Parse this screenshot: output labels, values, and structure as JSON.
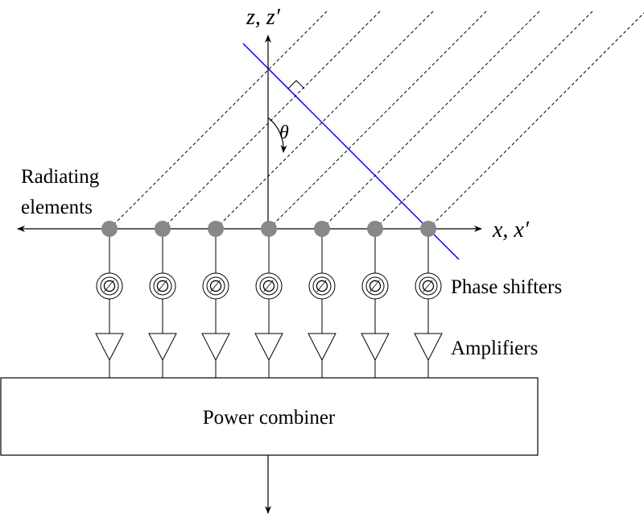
{
  "labels": {
    "z_axis": "z, z′",
    "x_axis": "x, x′",
    "theta": "θ",
    "radiating_line1": "Radiating",
    "radiating_line2": "elements",
    "phase_shifters": "Phase shifters",
    "amplifiers": "Amplifiers",
    "power_combiner": "Power combiner",
    "phase_symbol": "∅"
  },
  "colors": {
    "wavefront": "#0000ff",
    "element_dot": "#888888",
    "ink": "#000000"
  },
  "element_count": 7
}
